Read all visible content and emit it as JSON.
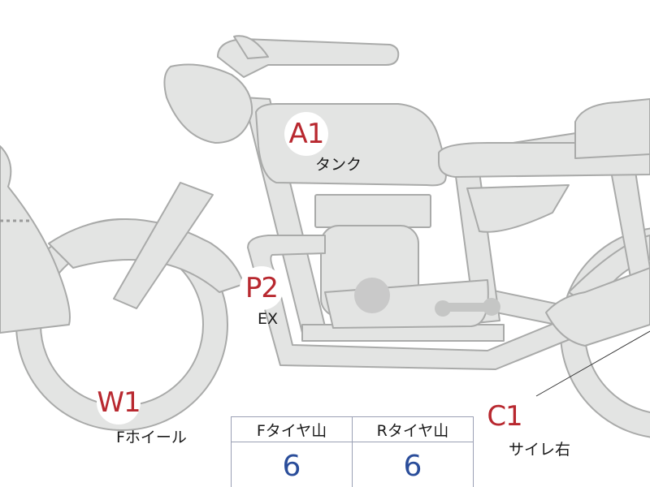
{
  "colors": {
    "part_fill": "#e3e4e3",
    "part_stroke": "#a9aaa9",
    "marker_text": "#b8282f",
    "value_text": "#2a4d9a",
    "engine_dot": "#c9c9c9"
  },
  "markers": [
    {
      "code": "A1",
      "label": "タンク"
    },
    {
      "code": "P2",
      "label": "EX"
    },
    {
      "code": "W1",
      "label": "Fホイール"
    },
    {
      "code": "C1",
      "label": "サイレ右"
    }
  ],
  "tire_table": {
    "headers": [
      "Fタイヤ山",
      "Rタイヤ山"
    ],
    "values": [
      "6",
      "6"
    ]
  }
}
